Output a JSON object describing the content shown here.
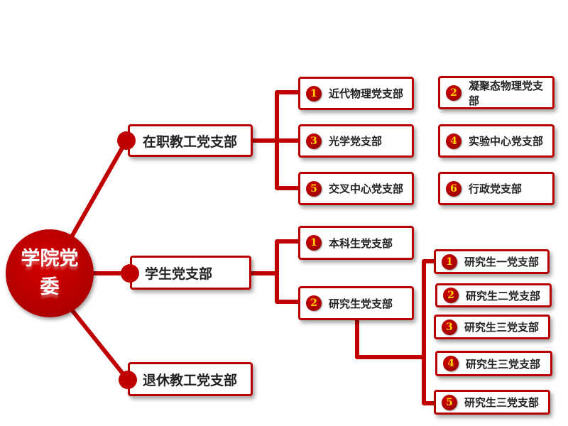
{
  "root": "学院党委",
  "branches": [
    {
      "label": "在职教工党支部",
      "children": [
        "近代物理党支部",
        "凝聚态物理党支部",
        "光学党支部",
        "实验中心党支部",
        "交叉中心党支部",
        "行政党支部"
      ]
    },
    {
      "label": "学生党支部",
      "children": [
        "本科生党支部",
        "研究生党支部"
      ],
      "sub": [
        "研究生一党支部",
        "研究生二党支部",
        "研究生三党支部",
        "研究生三党支部",
        "研究生三党支部"
      ]
    },
    {
      "label": "退休教工党支部"
    }
  ],
  "numbers": [
    "1",
    "2",
    "3",
    "4",
    "5",
    "6"
  ],
  "colors": {
    "accent": "#c00000",
    "number": "#ffd700"
  }
}
